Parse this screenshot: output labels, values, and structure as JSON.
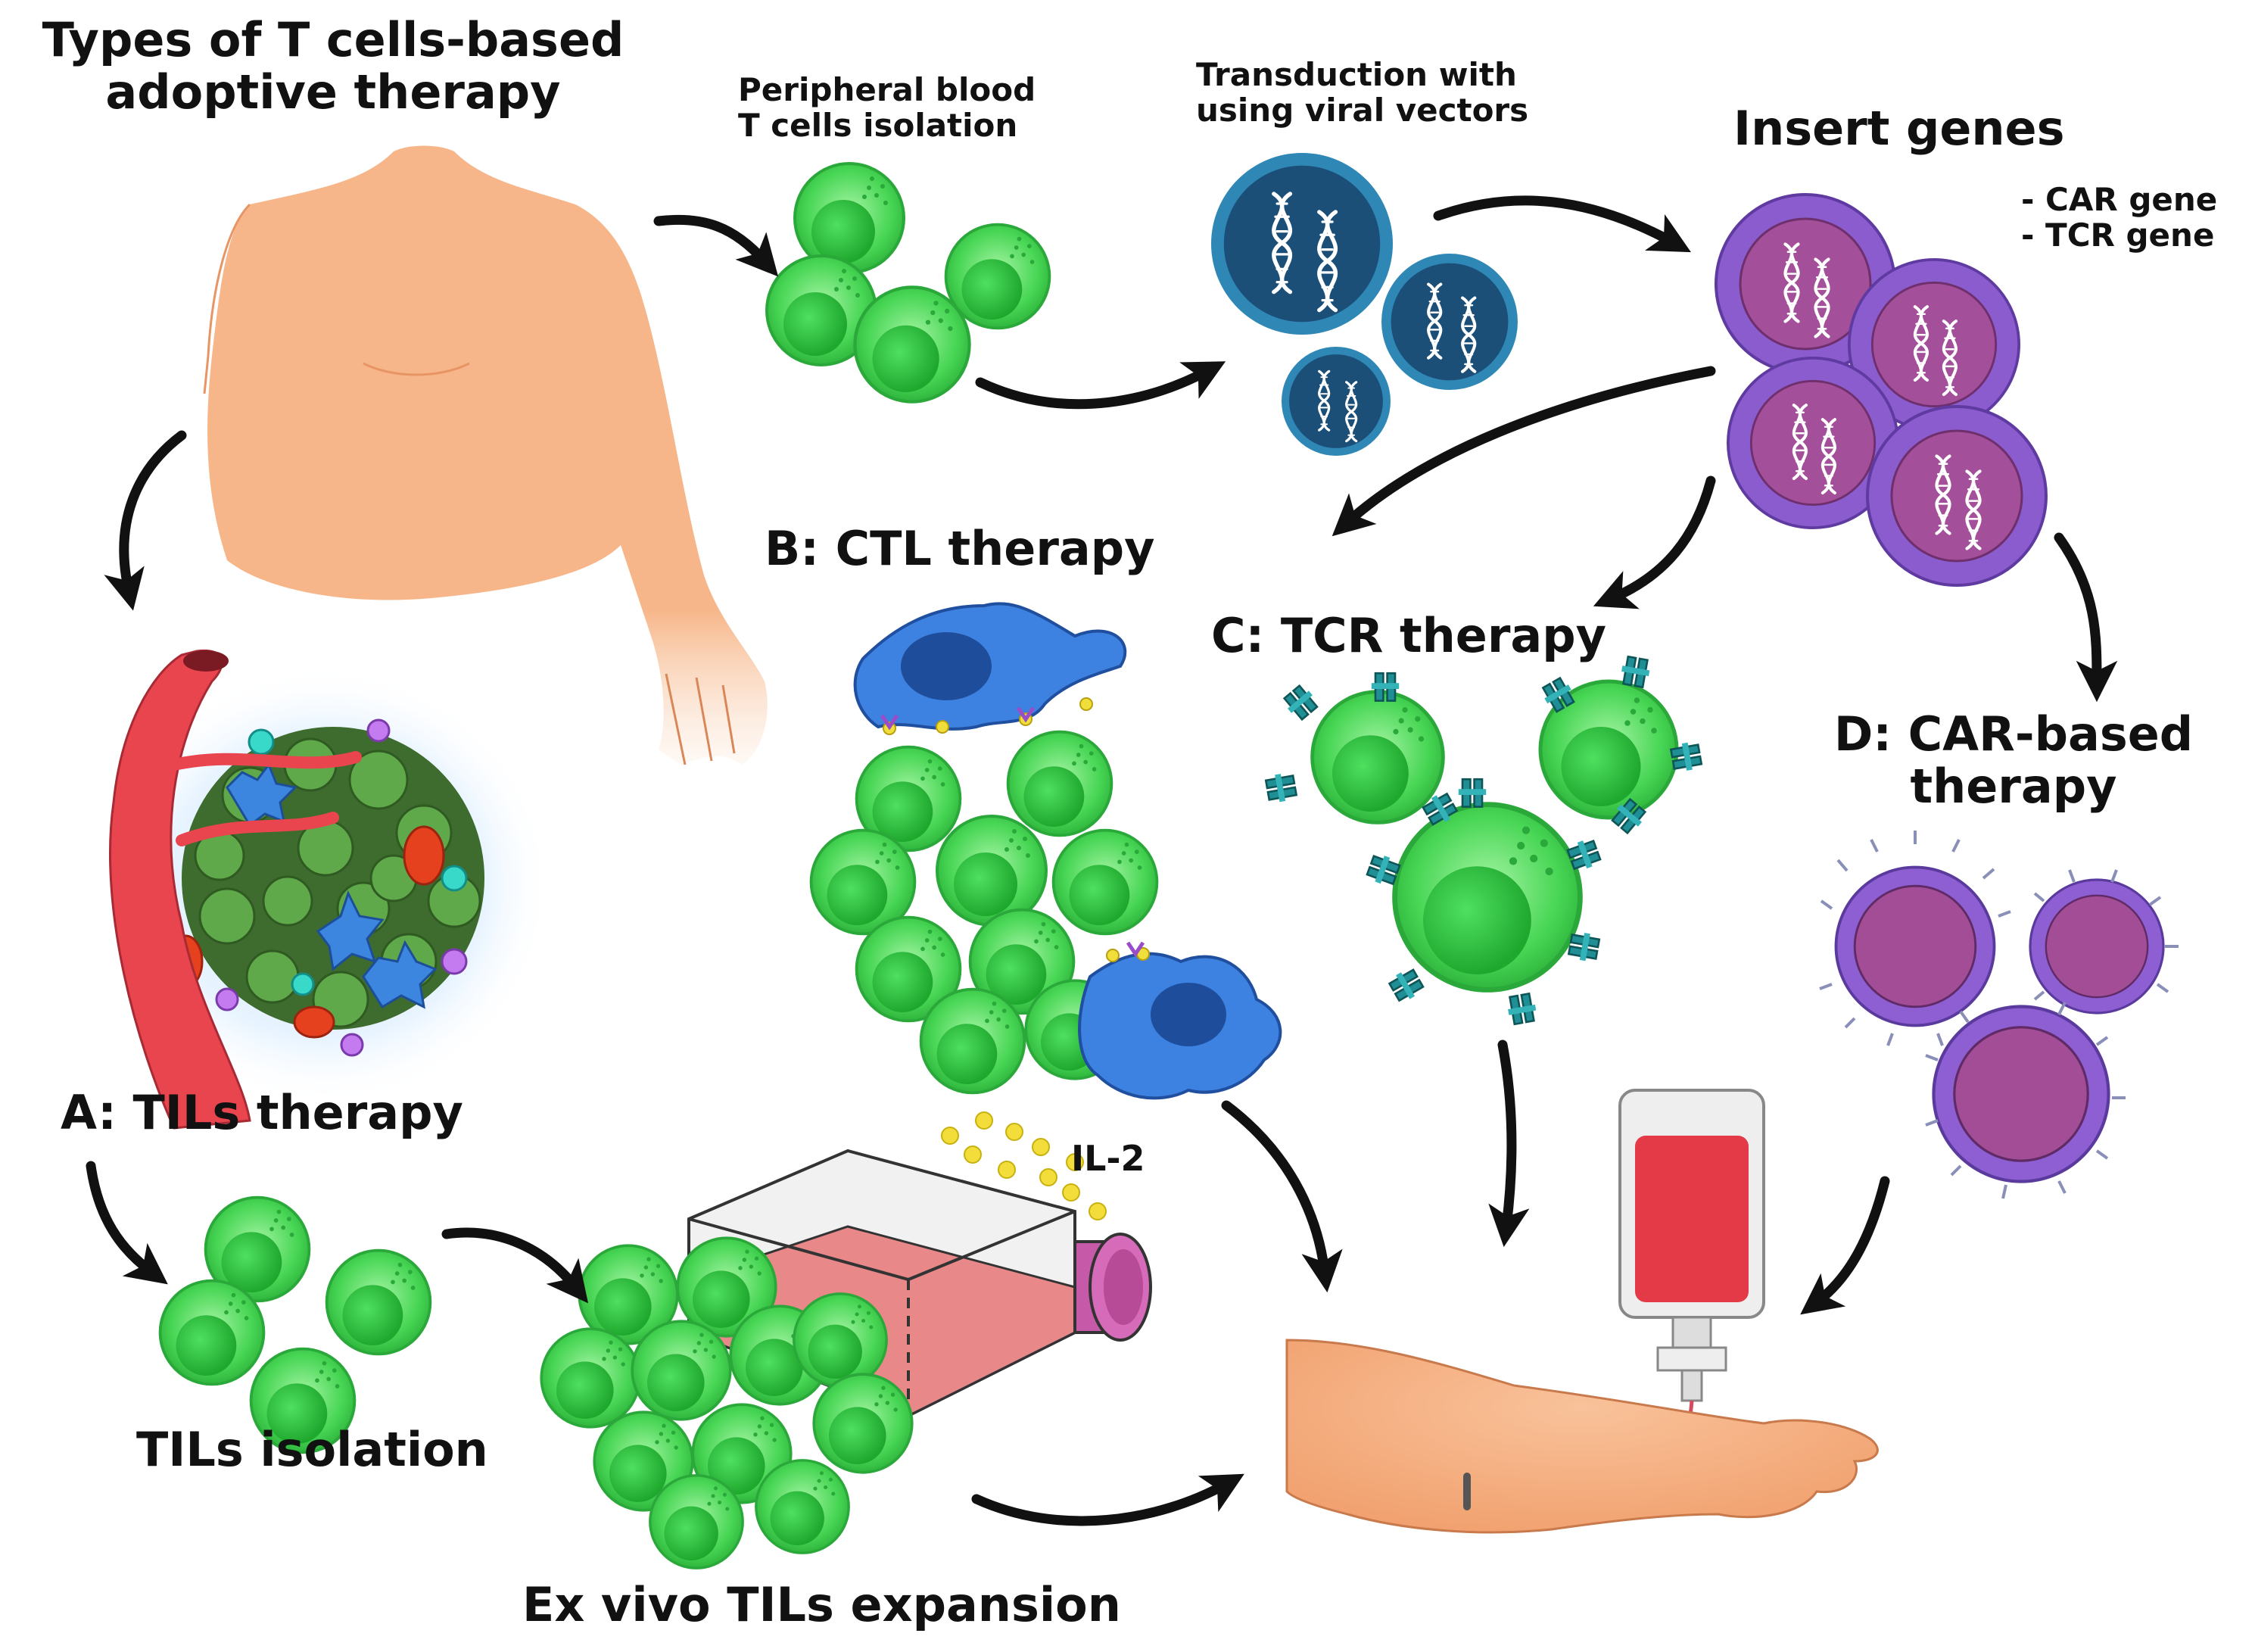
{
  "title": [
    "Types of T cells-based",
    "adoptive therapy"
  ],
  "labels": {
    "pbt": [
      "Peripheral blood",
      "T cells isolation"
    ],
    "transduction": [
      "Transduction with",
      "using viral vectors"
    ],
    "insert": "Insert genes",
    "genes": [
      "- CAR gene",
      "- TCR gene"
    ],
    "ctl": "B: CTL therapy",
    "tcr": "C: TCR therapy",
    "car": [
      "D: CAR-based",
      "therapy"
    ],
    "tils": "A: TILs therapy",
    "til_iso": "TILs isolation",
    "expansion": "Ex vivo TILs expansion",
    "il2": "IL-2"
  },
  "colors": {
    "t_cell": "#3fcf4f",
    "t_cell_light": "#9af09a",
    "vector": "#1d5a86",
    "vector_ring": "#2f89b8",
    "modified_cell": "#8d5fd0",
    "modified_nucleus": "#a14f9d",
    "dendritic_cell": "#3d82e0",
    "skin": "#f6b184",
    "artery": "#e8454f",
    "il2": "#f2dd3a",
    "blood_bag": "#e43a47",
    "flask_medium": "#e98788",
    "arrow": "#111111"
  }
}
